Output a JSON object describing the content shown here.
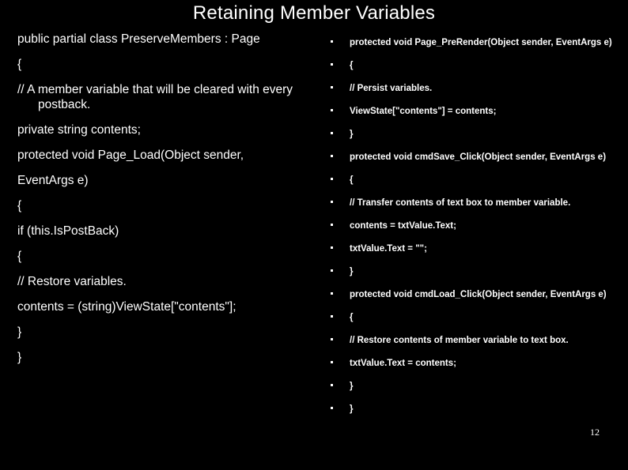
{
  "slide": {
    "title": "Retaining Member Variables",
    "number": "12",
    "background_color": "#000000",
    "text_color": "#ffffff"
  },
  "left_column": {
    "lines": [
      {
        "text": "public partial class PreserveMembers : Page",
        "continuation": ""
      },
      {
        "text": "{",
        "continuation": ""
      },
      {
        "text": "// A member variable that will be cleared with every",
        "continuation": "postback."
      },
      {
        "text": "private string contents;",
        "continuation": ""
      },
      {
        "text": "protected void Page_Load(Object sender,",
        "continuation": ""
      },
      {
        "text": "EventArgs e)",
        "continuation": ""
      },
      {
        "text": "{",
        "continuation": ""
      },
      {
        "text": "if (this.IsPostBack)",
        "continuation": ""
      },
      {
        "text": "{",
        "continuation": ""
      },
      {
        "text": "// Restore variables.",
        "continuation": ""
      },
      {
        "text": "contents = (string)ViewState[\"contents\"];",
        "continuation": ""
      },
      {
        "text": "}",
        "continuation": ""
      },
      {
        "text": "}",
        "continuation": ""
      }
    ]
  },
  "right_column": {
    "bullet_glyph": "square-bullet-icon",
    "items": [
      {
        "text": "protected void Page_PreRender(Object sender, EventArgs e)"
      },
      {
        "text": "{"
      },
      {
        "text": "// Persist variables."
      },
      {
        "text": "ViewState[\"contents\"] = contents;"
      },
      {
        "text": "}"
      },
      {
        "text": "protected void cmdSave_Click(Object sender, EventArgs e)"
      },
      {
        "text": "{"
      },
      {
        "text": "// Transfer contents of text box to member variable."
      },
      {
        "text": "contents = txtValue.Text;"
      },
      {
        "text": "txtValue.Text = \"\";"
      },
      {
        "text": "}"
      },
      {
        "text": "protected void cmdLoad_Click(Object sender, EventArgs e)"
      },
      {
        "text": "{"
      },
      {
        "text": "// Restore contents of member variable to text box."
      },
      {
        "text": "txtValue.Text = contents;"
      },
      {
        "text": "}"
      },
      {
        "text": "}"
      }
    ]
  }
}
